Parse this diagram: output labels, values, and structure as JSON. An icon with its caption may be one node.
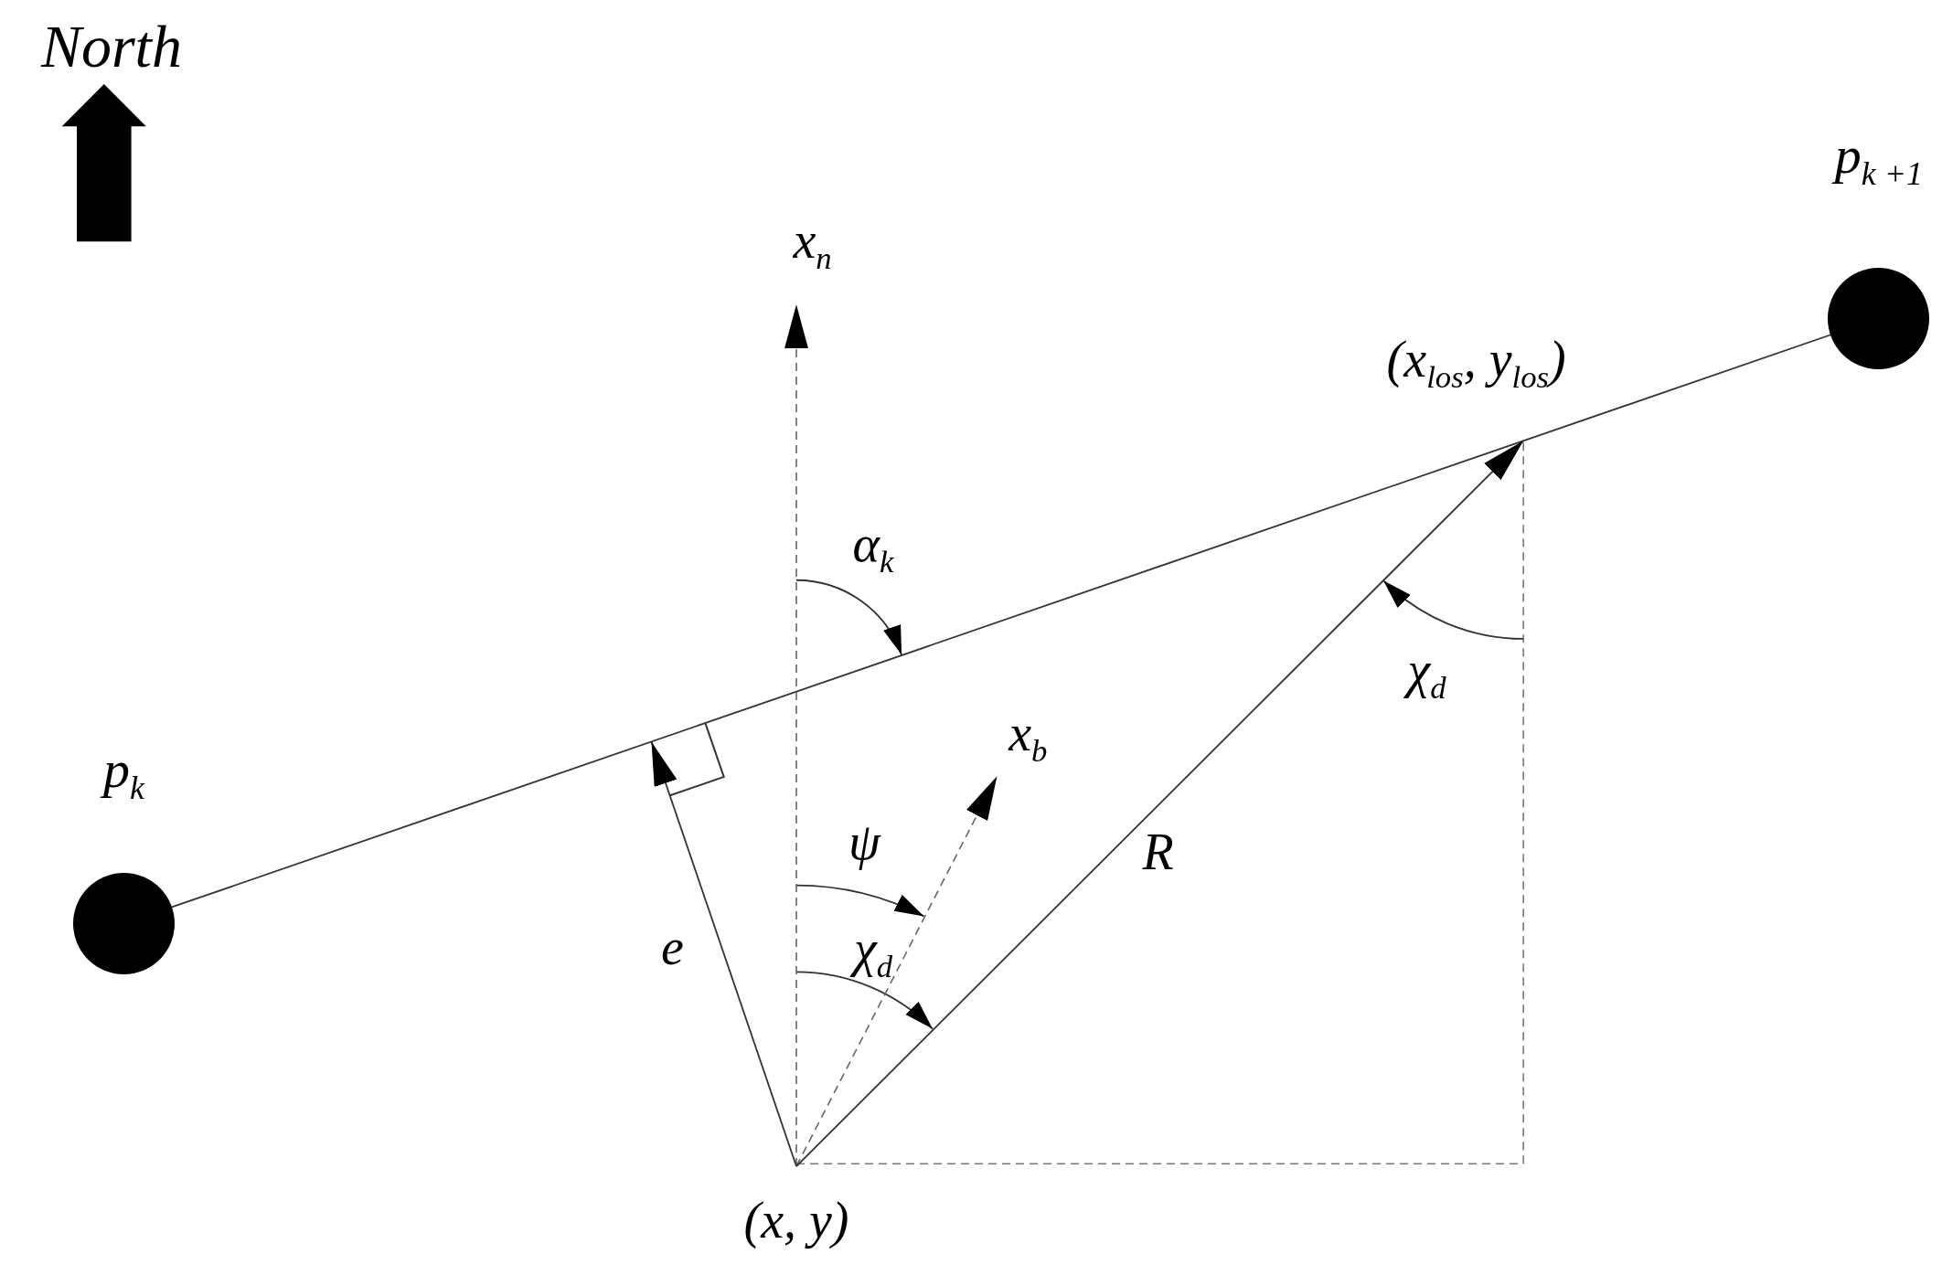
{
  "diagram": {
    "nodes": [
      {
        "text": [
          "p$_{k}$"
        ]
      },
      {
        "text": [
          "p$_{k +1}$"
        ]
      },
      {
        "text": [
          "(x, y)"
        ]
      },
      {
        "text": [
          "(x$_{los}$, y$_{los}$)"
        ]
      },
      {
        "text": [
          "x$_{n}$"
        ]
      },
      {
        "text": [
          "x$_{b}$"
        ]
      },
      {
        "text": [],
        "shape": "box"
      }
    ],
    "edges": [
      {
        "from": 0,
        "to": 1,
        "arrow": "none"
      },
      {
        "from": 2,
        "to": 4,
        "arrow": "to",
        "style": "dashed"
      },
      {
        "from": 2,
        "to": 5,
        "arrow": "to",
        "style": "dashed"
      },
      {
        "from": 2,
        "to": 3,
        "arrow": "to",
        "label": "R"
      },
      {
        "from": 2,
        "to": 6,
        "arrow": "to",
        "label": "e"
      }
    ],
    "labels": [
      "North",
      "α$_{k}$",
      "χ$_{d}$",
      "ψ",
      "χ$_{d}$"
    ]
  }
}
